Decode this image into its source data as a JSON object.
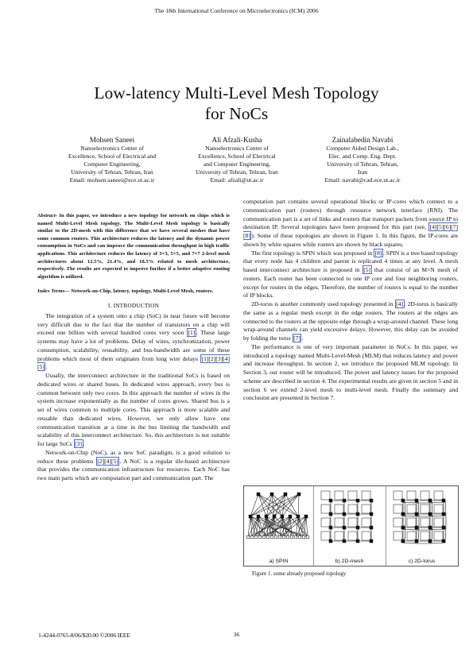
{
  "header": "The 18th International Conference on Microelectronics (ICM) 2006",
  "title_line1": "Low-latency Multi-Level Mesh Topology",
  "title_line2": "for NoCs",
  "authors": [
    {
      "name": "Mohsen Saneei",
      "lines": [
        "Nanoelectronics Center of",
        "Excellence, School of Electrical and",
        "Computer Engineering,",
        "University of Tehran, Tehran, Iran",
        "Email: mohsen.saneei@ece.ut.ac.ir"
      ]
    },
    {
      "name": "Ali Afzali-Kusha",
      "lines": [
        "Nanoelectronics Center of",
        "Excellence, School of Electrical",
        "and Computer Engineering,",
        "University of Tehran, Tehran, Iran",
        "Email: afzali@ut.ac.ir"
      ]
    },
    {
      "name": "Zainalabedin Navabi",
      "lines": [
        "Computer Aided Design Lab.,",
        "Elec. and Comp. Eng. Dept.",
        "University of Tehran, Tehran,",
        "Iran",
        "Email: navabi@cad.ece.ut.ac.ir"
      ]
    }
  ],
  "abstract": {
    "lead": "Abstract-",
    "text": " In this paper, we introduce a new topology for network on chips which is named Multi-Level Mesh topology. The Multi-Level Mesh topology is basically similar to the 2D-mesh with this difference that we have several meshes that have some common routers. This architecture reduces the latency and the dynamic power consumption in NoCs and can improve the communication throughput in high traffic applications. This architecture reduces the latency of 3×3, 5×5, and 7×7 2-level mesh architectures about 12.5%, 21.4%, and 18.5% related to mesh architecture, respectively. The results are expected to improve further if a better adaptive routing algorithm is utilized."
  },
  "index_terms": {
    "lead": "Index Terms",
    "text": "— Network-on-Chip, latency, topology, Multi-Level Mesh, routers."
  },
  "section1": "I.   INTRODUCTION",
  "left_paras": [
    [
      "The integration of a system onto a chip (SoC) in near future will become very difficult due to the fact that the number of transistors on a chip will exceed one billion with several hundred cores very soon ",
      {
        "r": "[1]"
      },
      ". These large systems may have a lot of problems. Delay of wires, synchronization, power consumption, scalability, reusability, and bus-bandwidth are some of these problems which most of them originates from long wire delays ",
      {
        "r": "[1][2][3][4][5]"
      },
      "."
    ],
    [
      "Usually, the interconnect architecture in the traditional SoCs is based on dedicated wires or shared buses. In dedicated wires approach, every bus is common between only two cores. In this approach the number of wires in the system increase exponentially as the number of cores grows. Shared bus is a set of wires common to multiple cores. This approach is more scalable and reusable than dedicated wires. However, we only allow have one communication transition at a time in the bus limiting the bandwidth and scalability of this interconnect architecture. So, this architecture is not suitable for large SoCs ",
      {
        "r": "[3]"
      },
      "."
    ],
    [
      "Network-on-Chip (NoC), as a new SoC paradigm, is a good solution to reduce these problems ",
      {
        "r": "[2][4][5]"
      },
      ". A NoC is a regular tile-based architecture that provides the communication infrastructure for resources. Each NoC has two main parts which are computation part and communication part. The"
    ]
  ],
  "right_paras": [
    [
      "computation part contains several operational blocks or IP-cores which connect to a communication part (routers) through resource network interface (RNI). The communication part is a set of links and routers that transport packets from source IP to destination IP. Several topologies have been proposed for this part (see, ",
      {
        "r": "[4][5][6][7][8]"
      },
      "). Some of these topologies are shown in Figure 1. In this figure, the IP-cores are shown by white squares while routers are shown by black squares."
    ],
    [
      "The first topology is SPIN which was proposed in ",
      {
        "r": "[8]"
      },
      ". SPIN is a tree based topology that every node has 4 children and parent is replicated 4 times at any level. A mesh based interconnect architecture is proposed in ",
      {
        "r": "[5]"
      },
      " that consist of an M×N mesh of routers. Each router has been connected to one IP core and four neighboring routers, except for routers in the edges. Therefore, the number of routers is equal to the number of IP blocks."
    ],
    [
      "2D-torus is another commonly used topology presented in ",
      {
        "r": "[4]"
      },
      ". 2D-torus is basically the same as a regular mesh except in the edge routers. The routers at the edges are connected to the routers at the opposite edge through a wrap-around channel. These long wrap-around channels can yield excessive delays. However, this delay can be avoided by folding the torus ",
      {
        "r": "[7]"
      },
      "."
    ],
    [
      "The performance is one of very important parameter in NoCs. In this paper, we introduced a topology named Multi-Level-Mesh (MLM) that reduces latency and power and increase throughput. In section 2, we introduce the proposed MLM topology. In Section 3, our router will be introduced. The power and latency issues for the proposed scheme are described in section 4. The experimental results are given in section 5 and in section 6 we extend 2-level mesh to multi-level mesh. Finally the summary and conclusion are presented in Section 7."
    ]
  ],
  "figure": {
    "labels": [
      "a) SPIN",
      "b) 2D-mesh",
      "c) 2D-torus"
    ],
    "caption": "Figure 1.   some already proposed topology"
  },
  "footer": "1-4244-0765-8/06/$20.00 ©2006 IEEE",
  "page_number": "36"
}
